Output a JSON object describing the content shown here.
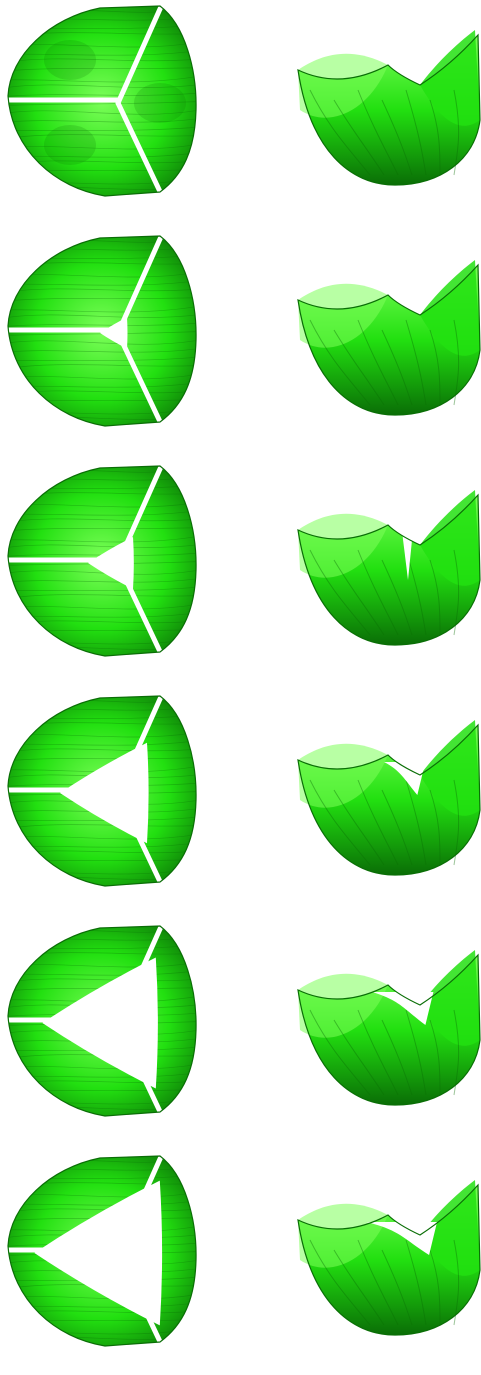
{
  "figure": {
    "leaflet_color": "#22e010",
    "leaflet_dark": "#0a6e06",
    "leaflet_light": "#7dff5a",
    "background": "#ffffff",
    "frames": [
      {
        "opening": 0.0
      },
      {
        "opening": 0.1
      },
      {
        "opening": 0.25
      },
      {
        "opening": 0.6
      },
      {
        "opening": 0.82
      },
      {
        "opening": 0.92
      }
    ]
  }
}
